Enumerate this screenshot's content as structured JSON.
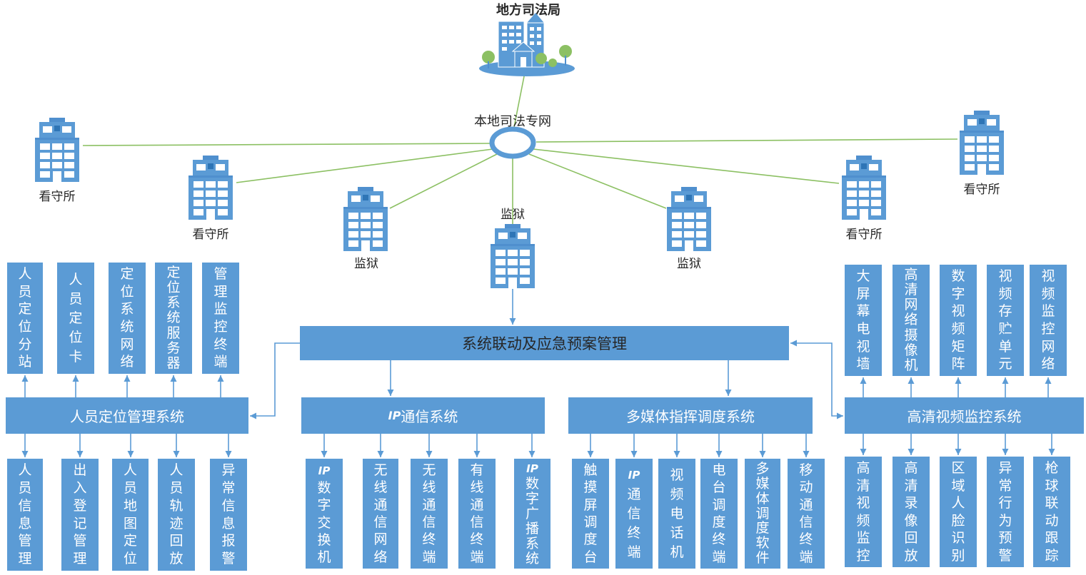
{
  "title": "地方司法局",
  "network_label": "本地司法专网",
  "sites": [
    {
      "label": "看守所"
    },
    {
      "label": "看守所"
    },
    {
      "label": "监狱"
    },
    {
      "label": "监狱"
    },
    {
      "label": "监狱"
    },
    {
      "label": "看守所"
    },
    {
      "label": "看守所"
    }
  ],
  "main_box": "系统联动及应急预案管理",
  "systems": {
    "personnel": {
      "label": "人员定位管理系统",
      "top": [
        "人员定位分站",
        "人员定位卡",
        "定位系统网络",
        "定位系统服务器",
        "管理监控终端"
      ],
      "bottom": [
        "人员信息管理",
        "出入登记管理",
        "人员地图定位",
        "人员轨迹回放",
        "异常信息报警"
      ]
    },
    "ip": {
      "label": "IP通信系统",
      "bottom": [
        "IP数字交换机",
        "无线通信网络",
        "无线通信终端",
        "有线通信终端",
        "IP数字广播系统"
      ]
    },
    "multimedia": {
      "label": "多媒体指挥调度系统",
      "bottom": [
        "触摸屏调度台",
        "IP通信终端",
        "视频电话机",
        "电台调度终端",
        "多媒体调度软件",
        "移动通信终端"
      ]
    },
    "video": {
      "label": "高清视频监控系统",
      "top": [
        "大屏幕电视墙",
        "高清网络摄像机",
        "数字视频矩阵",
        "视频存贮单元",
        "视频监控网络"
      ],
      "bottom": [
        "高清视频监控",
        "高清录像回放",
        "区域人脸识别",
        "异常行为预警",
        "枪球联动跟踪"
      ]
    }
  },
  "icons": {
    "headquarters": "city-icon",
    "site": "building-icon",
    "network": "network-ring-icon"
  },
  "colors": {
    "box": "#5b9bd5",
    "link": "#8cc063",
    "text": "#262626"
  }
}
